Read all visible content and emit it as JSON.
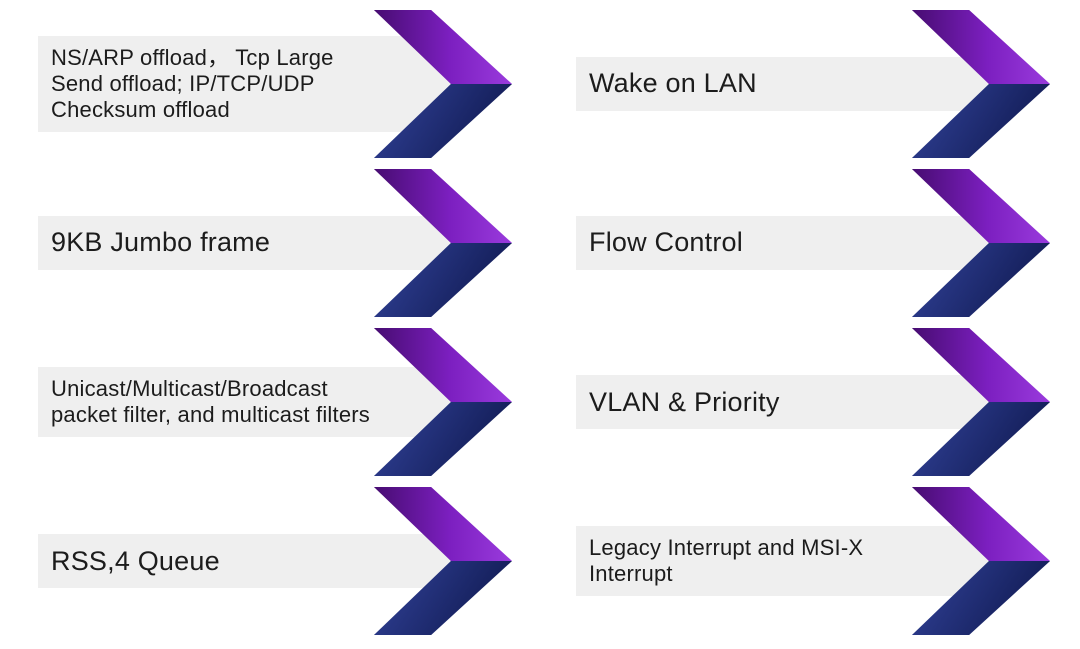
{
  "items": [
    {
      "label": "NS/ARP offload， Tcp Large Send offload; IP/TCP/UDP Checksum offload"
    },
    {
      "label": "Wake on LAN"
    },
    {
      "label": "9KB Jumbo frame"
    },
    {
      "label": "Flow Control"
    },
    {
      "label": "Unicast/Multicast/Broadcast packet filter, and multicast filters"
    },
    {
      "label": "VLAN & Priority"
    },
    {
      "label": "RSS,4 Queue"
    },
    {
      "label": "Legacy Interrupt and MSI-X Interrupt"
    }
  ],
  "colors": {
    "bar_background": "#efefef",
    "text": "#1c1c1c",
    "purple_dark": "#470c71",
    "purple_mid": "#7c1fc0",
    "purple_light": "#9a3bdd",
    "navy_light": "#33449c",
    "navy_dark": "#121c55"
  }
}
